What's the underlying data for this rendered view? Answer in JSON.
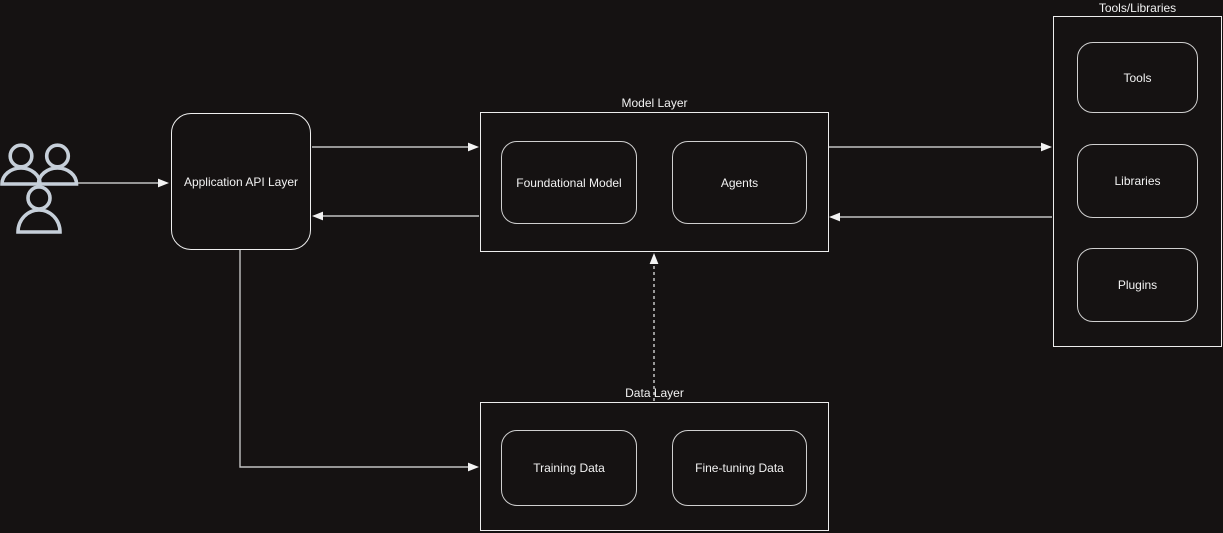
{
  "colors": {
    "background": "#151212",
    "container_border": "#ededed",
    "node_border": "#cfcfcf",
    "text": "#f2f2f2",
    "arrow_line": "#c2c2c2",
    "arrow_head": "#f2f2f2",
    "users_icon": "#c6cfd9"
  },
  "diagram": {
    "users": {
      "icon": "users-group-icon"
    },
    "api_layer": {
      "label": "Application API Layer"
    },
    "model_layer": {
      "label": "Model Layer",
      "children": [
        {
          "label": "Foundational Model"
        },
        {
          "label": "Agents"
        }
      ]
    },
    "data_layer": {
      "label": "Data Layer",
      "children": [
        {
          "label": "Training Data"
        },
        {
          "label": "Fine-tuning Data"
        }
      ]
    },
    "tools_libraries": {
      "label": "Tools/Libraries",
      "children": [
        {
          "label": "Tools"
        },
        {
          "label": "Libraries"
        },
        {
          "label": "Plugins"
        }
      ]
    },
    "connections": [
      {
        "from": "users",
        "to": "api_layer",
        "style": "solid"
      },
      {
        "from": "api_layer",
        "to": "model_layer",
        "style": "solid"
      },
      {
        "from": "model_layer",
        "to": "api_layer",
        "style": "solid"
      },
      {
        "from": "model_layer",
        "to": "tools_libraries",
        "style": "solid"
      },
      {
        "from": "tools_libraries",
        "to": "model_layer",
        "style": "solid"
      },
      {
        "from": "api_layer",
        "to": "data_layer",
        "style": "solid"
      },
      {
        "from": "data_layer",
        "to": "model_layer",
        "style": "dashed"
      }
    ]
  }
}
